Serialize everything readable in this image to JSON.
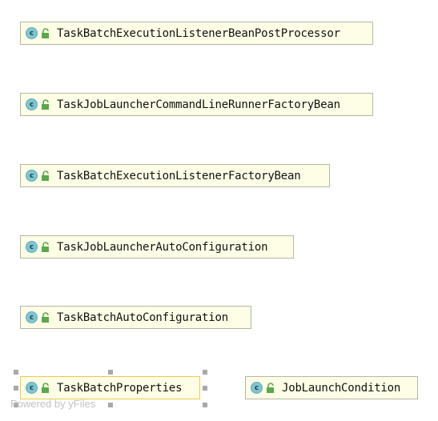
{
  "diagram": {
    "nodes": [
      {
        "id": "n1",
        "label": "TaskBatchExecutionListenerBeanPostProcessor",
        "icon": "class-icon",
        "icon_letter": "c"
      },
      {
        "id": "n2",
        "label": "TaskJobLauncherCommandLineRunnerFactoryBean",
        "icon": "class-icon",
        "icon_letter": "c"
      },
      {
        "id": "n3",
        "label": "TaskBatchExecutionListenerFactoryBean",
        "icon": "class-icon",
        "icon_letter": "c"
      },
      {
        "id": "n4",
        "label": "TaskJobLauncherAutoConfiguration",
        "icon": "class-icon",
        "icon_letter": "c"
      },
      {
        "id": "n5",
        "label": "TaskBatchAutoConfiguration",
        "icon": "class-icon",
        "icon_letter": "c"
      },
      {
        "id": "n6",
        "label": "TaskBatchProperties",
        "icon": "class-icon",
        "icon_letter": "c",
        "selected": true
      },
      {
        "id": "n7",
        "label": "JobLaunchCondition",
        "icon": "class-icon",
        "icon_letter": "c"
      }
    ],
    "watermark": "Powered by yFiles",
    "colors": {
      "node_fill": "#fefee6",
      "node_border": "#b5b5a6",
      "selected_border": "#e8c94a",
      "class_icon": "#7fc6d3",
      "lock_icon": "#5aa84a"
    }
  }
}
